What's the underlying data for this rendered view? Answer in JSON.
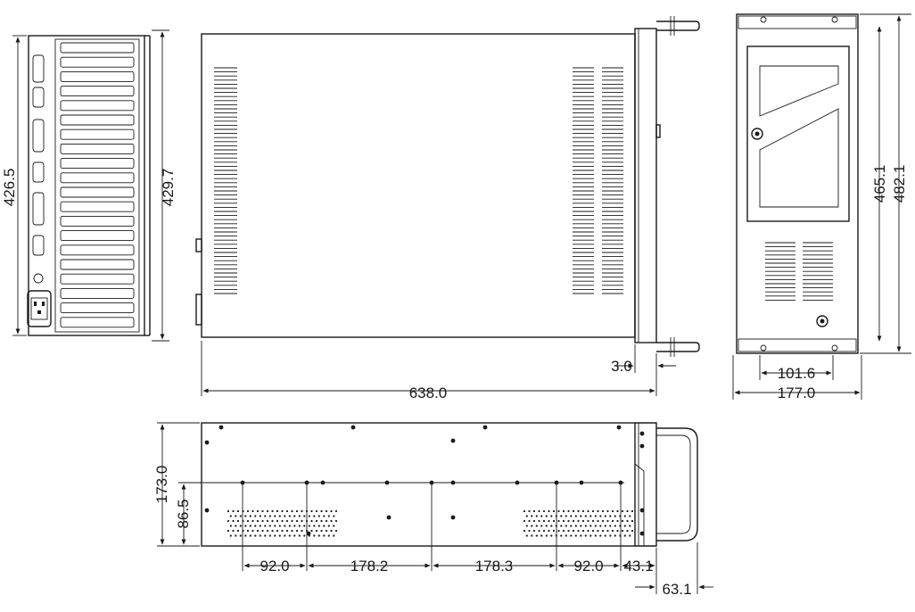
{
  "dimensions": {
    "rear_height": "426.5",
    "rear_height_outer": "429.7",
    "top_depth": "638.0",
    "handle_gap": "3.0",
    "front_inner_width": "465.1",
    "front_outer_width": "482.1",
    "front_hole_spacing": "101.6",
    "front_total_height": "177.0",
    "side_height": "173.0",
    "side_hole_height": "86.5",
    "side_spacing_1": "92.0",
    "side_spacing_2": "178.2",
    "side_spacing_3": "178.3",
    "side_spacing_4": "92.0",
    "side_spacing_5": "43.1",
    "handle_depth": "63.1"
  },
  "colors": {
    "line": "#1a1a1a",
    "background": "#ffffff"
  },
  "icons": [
    "power-socket-icon",
    "lock-key-icon",
    "vent-slots-icon"
  ]
}
